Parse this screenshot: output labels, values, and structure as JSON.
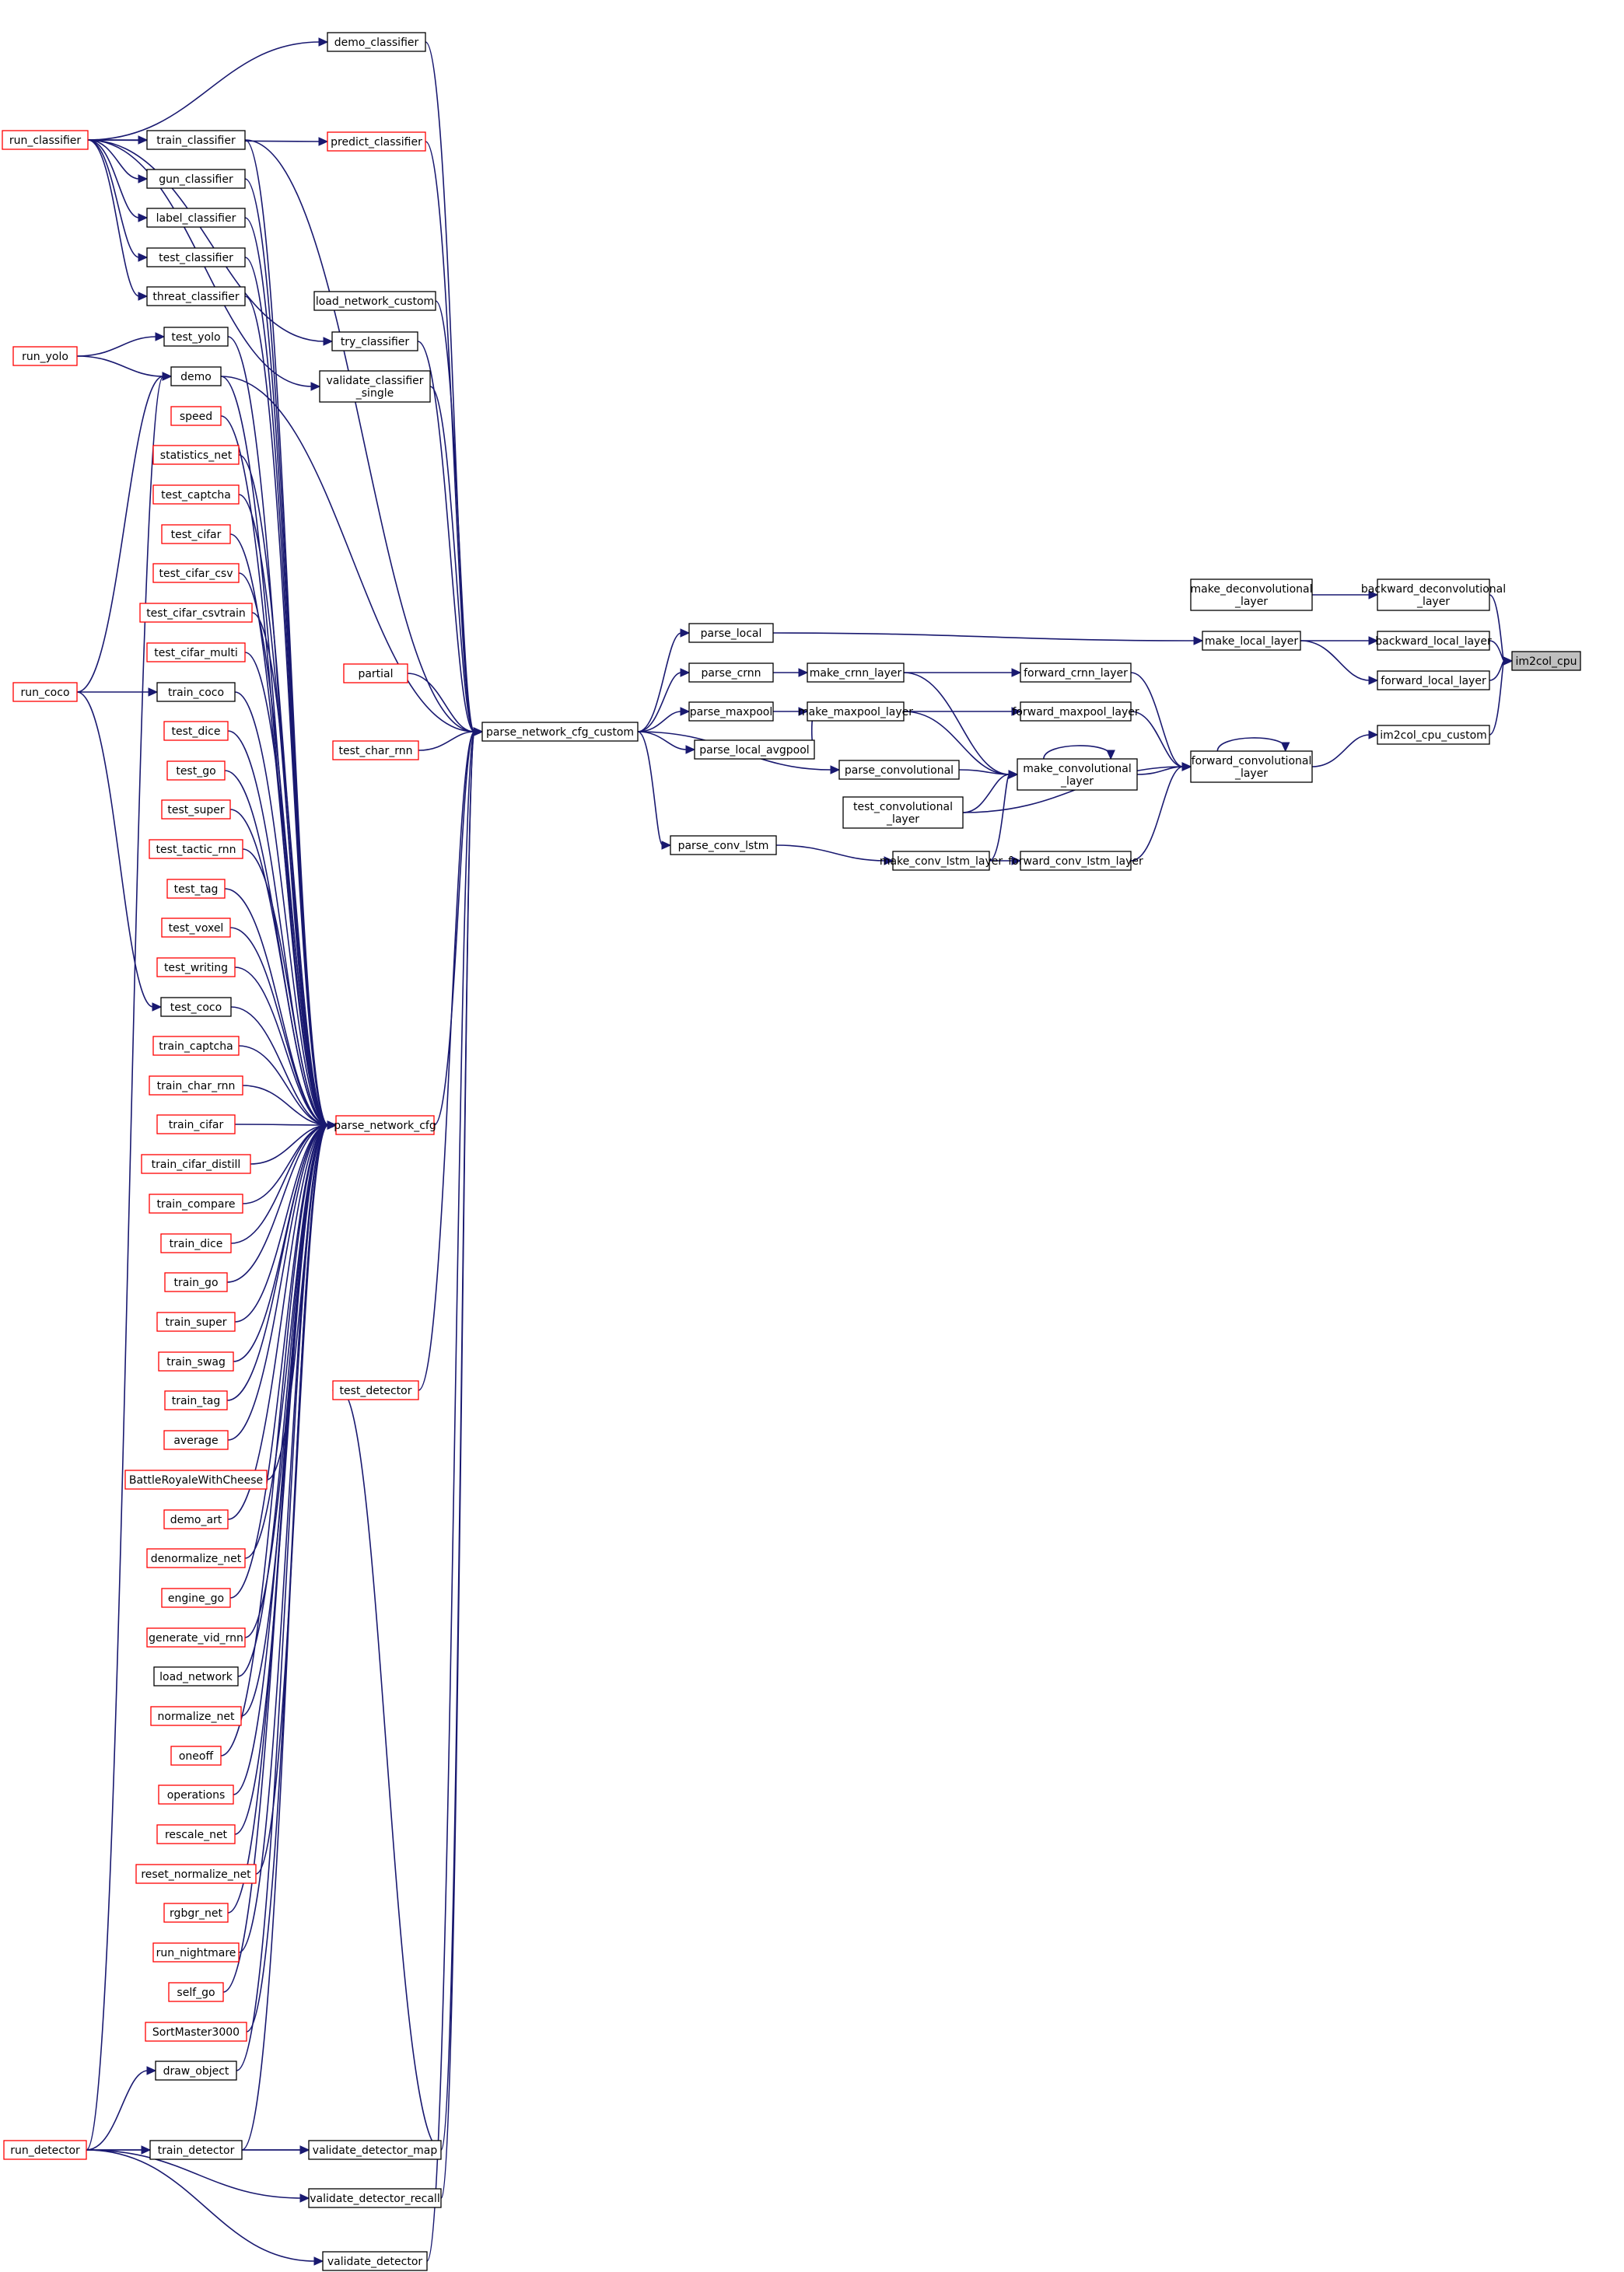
{
  "colors": {
    "edge": "#191970",
    "border_normal": "#000000",
    "border_truncated": "#ff0000",
    "highlight_fill": "#bfbfbf"
  },
  "nodes": [
    {
      "id": "im2col_cpu",
      "label": "im2col_cpu",
      "highlight": true
    },
    {
      "id": "backward_deconvolutional_layer",
      "label": "backward_deconvolutional\n_layer"
    },
    {
      "id": "make_deconvolutional_layer",
      "label": "make_deconvolutional\n_layer"
    },
    {
      "id": "backward_local_layer",
      "label": "backward_local_layer"
    },
    {
      "id": "forward_local_layer",
      "label": "forward_local_layer"
    },
    {
      "id": "make_local_layer",
      "label": "make_local_layer"
    },
    {
      "id": "im2col_cpu_custom",
      "label": "im2col_cpu_custom"
    },
    {
      "id": "forward_convolutional_layer",
      "label": "forward_convolutional\n_layer"
    },
    {
      "id": "forward_crnn_layer",
      "label": "forward_crnn_layer"
    },
    {
      "id": "forward_maxpool_layer",
      "label": "forward_maxpool_layer"
    },
    {
      "id": "forward_conv_lstm_layer",
      "label": "forward_conv_lstm_layer"
    },
    {
      "id": "make_crnn_layer",
      "label": "make_crnn_layer"
    },
    {
      "id": "make_maxpool_layer",
      "label": "make_maxpool_layer"
    },
    {
      "id": "make_convolutional_layer",
      "label": "make_convolutional\n_layer"
    },
    {
      "id": "test_convolutional_layer",
      "label": "test_convolutional\n_layer"
    },
    {
      "id": "make_conv_lstm_layer",
      "label": "make_conv_lstm_layer"
    },
    {
      "id": "parse_local",
      "label": "parse_local"
    },
    {
      "id": "parse_crnn",
      "label": "parse_crnn"
    },
    {
      "id": "parse_maxpool",
      "label": "parse_maxpool"
    },
    {
      "id": "parse_local_avgpool",
      "label": "parse_local_avgpool"
    },
    {
      "id": "parse_convolutional",
      "label": "parse_convolutional"
    },
    {
      "id": "parse_conv_lstm",
      "label": "parse_conv_lstm"
    },
    {
      "id": "parse_network_cfg_custom",
      "label": "parse_network_cfg_custom"
    },
    {
      "id": "parse_network_cfg",
      "label": "parse_network_cfg",
      "truncated": true
    },
    {
      "id": "demo_classifier",
      "label": "demo_classifier"
    },
    {
      "id": "predict_classifier",
      "label": "predict_classifier",
      "truncated": true
    },
    {
      "id": "load_network_custom",
      "label": "load_network_custom"
    },
    {
      "id": "try_classifier",
      "label": "try_classifier"
    },
    {
      "id": "validate_classifier_single",
      "label": "validate_classifier\n_single"
    },
    {
      "id": "partial",
      "label": "partial",
      "truncated": true
    },
    {
      "id": "test_char_rnn",
      "label": "test_char_rnn",
      "truncated": true
    },
    {
      "id": "test_detector",
      "label": "test_detector",
      "truncated": true
    },
    {
      "id": "validate_detector_map",
      "label": "validate_detector_map"
    },
    {
      "id": "validate_detector_recall",
      "label": "validate_detector_recall"
    },
    {
      "id": "validate_detector",
      "label": "validate_detector"
    },
    {
      "id": "run_classifier",
      "label": "run_classifier",
      "truncated": true
    },
    {
      "id": "run_yolo",
      "label": "run_yolo",
      "truncated": true
    },
    {
      "id": "run_coco",
      "label": "run_coco",
      "truncated": true
    },
    {
      "id": "run_detector",
      "label": "run_detector",
      "truncated": true
    },
    {
      "id": "train_classifier",
      "label": "train_classifier"
    },
    {
      "id": "gun_classifier",
      "label": "gun_classifier"
    },
    {
      "id": "label_classifier",
      "label": "label_classifier"
    },
    {
      "id": "test_classifier",
      "label": "test_classifier"
    },
    {
      "id": "threat_classifier",
      "label": "threat_classifier"
    },
    {
      "id": "test_yolo",
      "label": "test_yolo"
    },
    {
      "id": "demo",
      "label": "demo"
    },
    {
      "id": "speed",
      "label": "speed",
      "truncated": true
    },
    {
      "id": "statistics_net",
      "label": "statistics_net",
      "truncated": true
    },
    {
      "id": "test_captcha",
      "label": "test_captcha",
      "truncated": true
    },
    {
      "id": "test_cifar",
      "label": "test_cifar",
      "truncated": true
    },
    {
      "id": "test_cifar_csv",
      "label": "test_cifar_csv",
      "truncated": true
    },
    {
      "id": "test_cifar_csvtrain",
      "label": "test_cifar_csvtrain",
      "truncated": true
    },
    {
      "id": "test_cifar_multi",
      "label": "test_cifar_multi",
      "truncated": true
    },
    {
      "id": "train_coco",
      "label": "train_coco"
    },
    {
      "id": "test_dice",
      "label": "test_dice",
      "truncated": true
    },
    {
      "id": "test_go",
      "label": "test_go",
      "truncated": true
    },
    {
      "id": "test_super",
      "label": "test_super",
      "truncated": true
    },
    {
      "id": "test_tactic_rnn",
      "label": "test_tactic_rnn",
      "truncated": true
    },
    {
      "id": "test_tag",
      "label": "test_tag",
      "truncated": true
    },
    {
      "id": "test_voxel",
      "label": "test_voxel",
      "truncated": true
    },
    {
      "id": "test_writing",
      "label": "test_writing",
      "truncated": true
    },
    {
      "id": "test_coco",
      "label": "test_coco"
    },
    {
      "id": "train_captcha",
      "label": "train_captcha",
      "truncated": true
    },
    {
      "id": "train_char_rnn",
      "label": "train_char_rnn",
      "truncated": true
    },
    {
      "id": "train_cifar",
      "label": "train_cifar",
      "truncated": true
    },
    {
      "id": "train_cifar_distill",
      "label": "train_cifar_distill",
      "truncated": true
    },
    {
      "id": "train_compare",
      "label": "train_compare",
      "truncated": true
    },
    {
      "id": "train_dice",
      "label": "train_dice",
      "truncated": true
    },
    {
      "id": "train_go",
      "label": "train_go",
      "truncated": true
    },
    {
      "id": "train_super",
      "label": "train_super",
      "truncated": true
    },
    {
      "id": "train_swag",
      "label": "train_swag",
      "truncated": true
    },
    {
      "id": "train_tag",
      "label": "train_tag",
      "truncated": true
    },
    {
      "id": "average",
      "label": "average",
      "truncated": true
    },
    {
      "id": "BattleRoyaleWithCheese",
      "label": "BattleRoyaleWithCheese",
      "truncated": true
    },
    {
      "id": "demo_art",
      "label": "demo_art",
      "truncated": true
    },
    {
      "id": "denormalize_net",
      "label": "denormalize_net",
      "truncated": true
    },
    {
      "id": "engine_go",
      "label": "engine_go",
      "truncated": true
    },
    {
      "id": "generate_vid_rnn",
      "label": "generate_vid_rnn",
      "truncated": true
    },
    {
      "id": "load_network",
      "label": "load_network"
    },
    {
      "id": "normalize_net",
      "label": "normalize_net",
      "truncated": true
    },
    {
      "id": "oneoff",
      "label": "oneoff",
      "truncated": true
    },
    {
      "id": "operations",
      "label": "operations",
      "truncated": true
    },
    {
      "id": "rescale_net",
      "label": "rescale_net",
      "truncated": true
    },
    {
      "id": "reset_normalize_net",
      "label": "reset_normalize_net",
      "truncated": true
    },
    {
      "id": "rgbgr_net",
      "label": "rgbgr_net",
      "truncated": true
    },
    {
      "id": "run_nightmare",
      "label": "run_nightmare",
      "truncated": true
    },
    {
      "id": "self_go",
      "label": "self_go",
      "truncated": true
    },
    {
      "id": "SortMaster3000",
      "label": "SortMaster3000",
      "truncated": true
    },
    {
      "id": "draw_object",
      "label": "draw_object"
    },
    {
      "id": "train_detector",
      "label": "train_detector"
    }
  ],
  "edges": [
    [
      "backward_deconvolutional_layer",
      "im2col_cpu"
    ],
    [
      "backward_local_layer",
      "im2col_cpu"
    ],
    [
      "forward_local_layer",
      "im2col_cpu"
    ],
    [
      "im2col_cpu_custom",
      "im2col_cpu"
    ],
    [
      "make_deconvolutional_layer",
      "backward_deconvolutional_layer"
    ],
    [
      "make_local_layer",
      "backward_local_layer"
    ],
    [
      "make_local_layer",
      "forward_local_layer"
    ],
    [
      "forward_convolutional_layer",
      "im2col_cpu_custom"
    ],
    [
      "forward_convolutional_layer",
      "forward_convolutional_layer"
    ],
    [
      "forward_crnn_layer",
      "forward_convolutional_layer"
    ],
    [
      "forward_maxpool_layer",
      "forward_convolutional_layer"
    ],
    [
      "make_convolutional_layer",
      "forward_convolutional_layer"
    ],
    [
      "test_convolutional_layer",
      "forward_convolutional_layer"
    ],
    [
      "forward_conv_lstm_layer",
      "forward_convolutional_layer"
    ],
    [
      "make_crnn_layer",
      "forward_crnn_layer"
    ],
    [
      "make_maxpool_layer",
      "forward_maxpool_layer"
    ],
    [
      "make_conv_lstm_layer",
      "forward_conv_lstm_layer"
    ],
    [
      "make_crnn_layer",
      "make_convolutional_layer"
    ],
    [
      "make_maxpool_layer",
      "make_convolutional_layer"
    ],
    [
      "make_convolutional_layer",
      "make_convolutional_layer"
    ],
    [
      "parse_convolutional",
      "make_convolutional_layer"
    ],
    [
      "test_convolutional_layer",
      "make_convolutional_layer"
    ],
    [
      "make_conv_lstm_layer",
      "make_convolutional_layer"
    ],
    [
      "parse_local",
      "make_local_layer"
    ],
    [
      "parse_crnn",
      "make_crnn_layer"
    ],
    [
      "parse_maxpool",
      "make_maxpool_layer"
    ],
    [
      "parse_local_avgpool",
      "make_maxpool_layer"
    ],
    [
      "parse_conv_lstm",
      "make_conv_lstm_layer"
    ],
    [
      "parse_network_cfg_custom",
      "parse_local"
    ],
    [
      "parse_network_cfg_custom",
      "parse_crnn"
    ],
    [
      "parse_network_cfg_custom",
      "parse_maxpool"
    ],
    [
      "parse_network_cfg_custom",
      "parse_local_avgpool"
    ],
    [
      "parse_network_cfg_custom",
      "parse_convolutional"
    ],
    [
      "parse_network_cfg_custom",
      "parse_conv_lstm"
    ],
    [
      "demo_classifier",
      "parse_network_cfg_custom"
    ],
    [
      "predict_classifier",
      "parse_network_cfg_custom"
    ],
    [
      "load_network_custom",
      "parse_network_cfg_custom"
    ],
    [
      "try_classifier",
      "parse_network_cfg_custom"
    ],
    [
      "validate_classifier_single",
      "parse_network_cfg_custom"
    ],
    [
      "partial",
      "parse_network_cfg_custom"
    ],
    [
      "test_char_rnn",
      "parse_network_cfg_custom"
    ],
    [
      "parse_network_cfg",
      "parse_network_cfg_custom"
    ],
    [
      "train_classifier",
      "parse_network_cfg_custom"
    ],
    [
      "demo",
      "parse_network_cfg_custom"
    ],
    [
      "test_detector",
      "parse_network_cfg_custom"
    ],
    [
      "validate_detector_map",
      "parse_network_cfg_custom"
    ],
    [
      "validate_detector_recall",
      "parse_network_cfg_custom"
    ],
    [
      "validate_detector",
      "parse_network_cfg_custom"
    ],
    [
      "run_classifier",
      "demo_classifier"
    ],
    [
      "run_classifier",
      "predict_classifier"
    ],
    [
      "run_classifier",
      "train_classifier"
    ],
    [
      "run_classifier",
      "gun_classifier"
    ],
    [
      "run_classifier",
      "label_classifier"
    ],
    [
      "run_classifier",
      "test_classifier"
    ],
    [
      "run_classifier",
      "threat_classifier"
    ],
    [
      "run_classifier",
      "try_classifier"
    ],
    [
      "run_classifier",
      "validate_classifier_single"
    ],
    [
      "run_yolo",
      "test_yolo"
    ],
    [
      "run_yolo",
      "demo"
    ],
    [
      "run_coco",
      "train_coco"
    ],
    [
      "run_coco",
      "demo"
    ],
    [
      "run_coco",
      "test_coco"
    ],
    [
      "run_detector",
      "demo"
    ],
    [
      "run_detector",
      "draw_object"
    ],
    [
      "run_detector",
      "train_detector"
    ],
    [
      "run_detector",
      "validate_detector_map"
    ],
    [
      "run_detector",
      "validate_detector_recall"
    ],
    [
      "run_detector",
      "validate_detector"
    ],
    [
      "train_detector",
      "validate_detector_map"
    ],
    [
      "validate_detector_map",
      "test_detector"
    ],
    [
      "train_classifier",
      "parse_network_cfg"
    ],
    [
      "gun_classifier",
      "parse_network_cfg"
    ],
    [
      "label_classifier",
      "parse_network_cfg"
    ],
    [
      "test_classifier",
      "parse_network_cfg"
    ],
    [
      "threat_classifier",
      "parse_network_cfg"
    ],
    [
      "test_yolo",
      "parse_network_cfg"
    ],
    [
      "demo",
      "parse_network_cfg"
    ],
    [
      "speed",
      "parse_network_cfg"
    ],
    [
      "statistics_net",
      "parse_network_cfg"
    ],
    [
      "test_captcha",
      "parse_network_cfg"
    ],
    [
      "test_cifar",
      "parse_network_cfg"
    ],
    [
      "test_cifar_csv",
      "parse_network_cfg"
    ],
    [
      "test_cifar_csvtrain",
      "parse_network_cfg"
    ],
    [
      "test_cifar_multi",
      "parse_network_cfg"
    ],
    [
      "train_coco",
      "parse_network_cfg"
    ],
    [
      "test_dice",
      "parse_network_cfg"
    ],
    [
      "test_go",
      "parse_network_cfg"
    ],
    [
      "test_super",
      "parse_network_cfg"
    ],
    [
      "test_tactic_rnn",
      "parse_network_cfg"
    ],
    [
      "test_tag",
      "parse_network_cfg"
    ],
    [
      "test_voxel",
      "parse_network_cfg"
    ],
    [
      "test_writing",
      "parse_network_cfg"
    ],
    [
      "test_coco",
      "parse_network_cfg"
    ],
    [
      "train_captcha",
      "parse_network_cfg"
    ],
    [
      "train_char_rnn",
      "parse_network_cfg"
    ],
    [
      "train_cifar",
      "parse_network_cfg"
    ],
    [
      "train_cifar_distill",
      "parse_network_cfg"
    ],
    [
      "train_compare",
      "parse_network_cfg"
    ],
    [
      "train_dice",
      "parse_network_cfg"
    ],
    [
      "train_go",
      "parse_network_cfg"
    ],
    [
      "train_super",
      "parse_network_cfg"
    ],
    [
      "train_swag",
      "parse_network_cfg"
    ],
    [
      "train_tag",
      "parse_network_cfg"
    ],
    [
      "average",
      "parse_network_cfg"
    ],
    [
      "BattleRoyaleWithCheese",
      "parse_network_cfg"
    ],
    [
      "demo_art",
      "parse_network_cfg"
    ],
    [
      "denormalize_net",
      "parse_network_cfg"
    ],
    [
      "engine_go",
      "parse_network_cfg"
    ],
    [
      "generate_vid_rnn",
      "parse_network_cfg"
    ],
    [
      "load_network",
      "parse_network_cfg"
    ],
    [
      "normalize_net",
      "parse_network_cfg"
    ],
    [
      "oneoff",
      "parse_network_cfg"
    ],
    [
      "operations",
      "parse_network_cfg"
    ],
    [
      "rescale_net",
      "parse_network_cfg"
    ],
    [
      "reset_normalize_net",
      "parse_network_cfg"
    ],
    [
      "rgbgr_net",
      "parse_network_cfg"
    ],
    [
      "run_nightmare",
      "parse_network_cfg"
    ],
    [
      "self_go",
      "parse_network_cfg"
    ],
    [
      "SortMaster3000",
      "parse_network_cfg"
    ],
    [
      "draw_object",
      "parse_network_cfg"
    ],
    [
      "train_detector",
      "parse_network_cfg"
    ]
  ]
}
